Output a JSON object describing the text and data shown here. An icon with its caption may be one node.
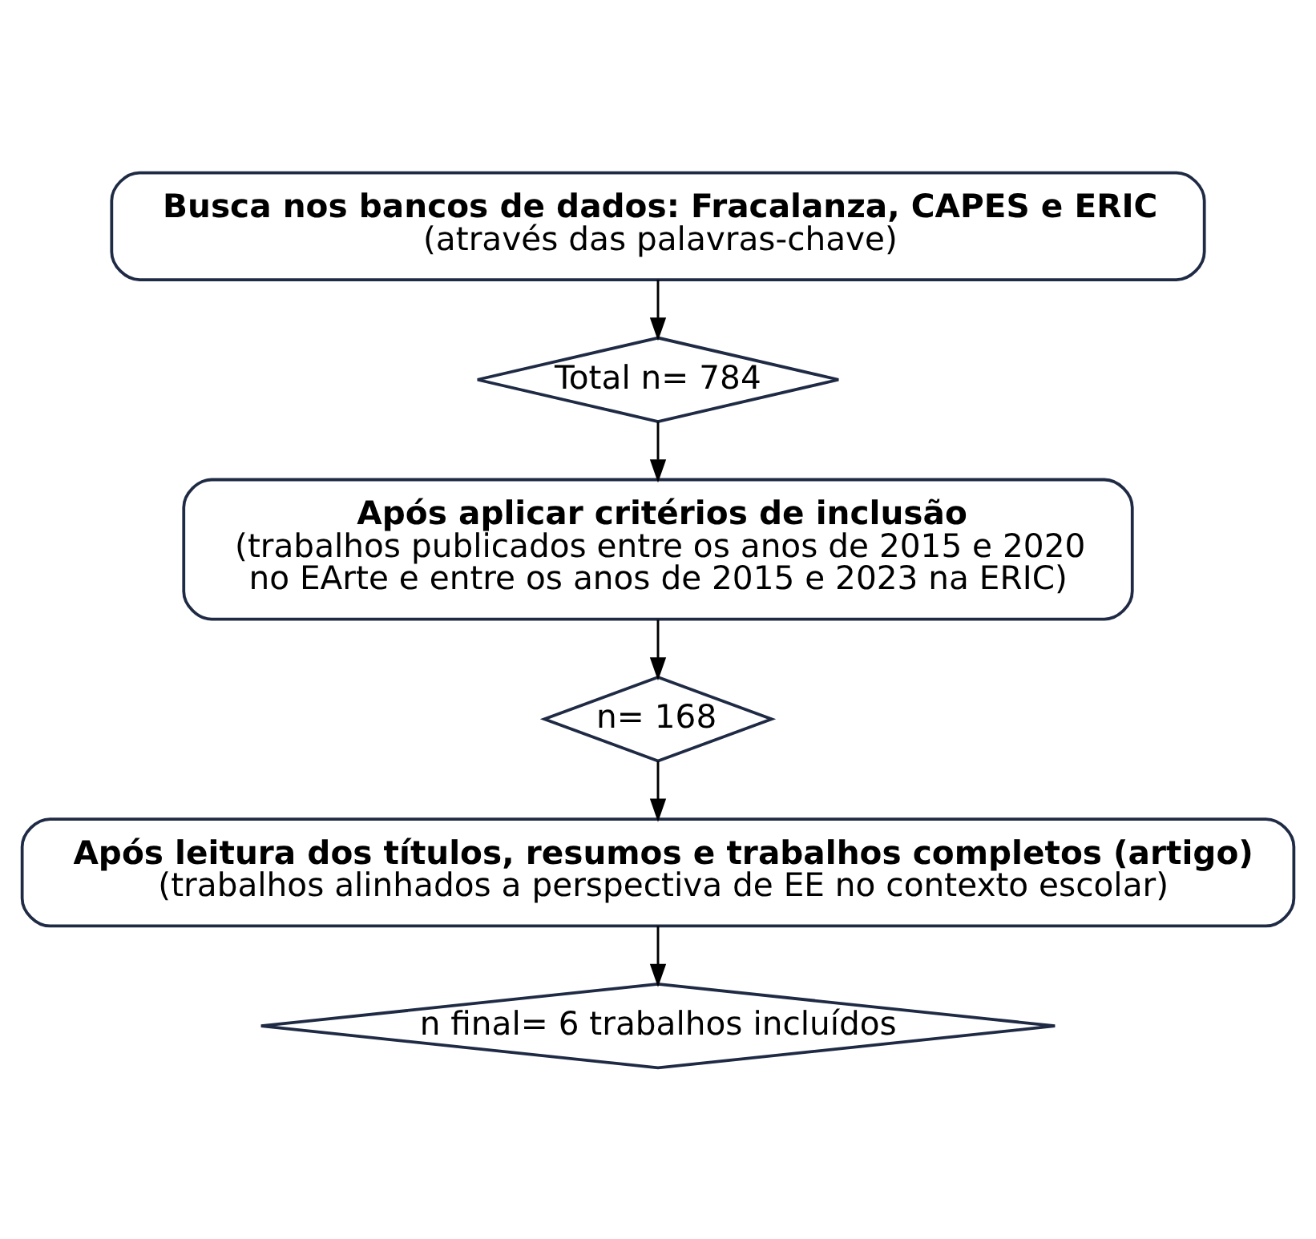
{
  "diagram": {
    "nodes": [
      {
        "text": [
          "Busca nos bancos de dados: Fracalanza, CAPES e ERIC",
          "(através das palavras-chave)"
        ]
      },
      {
        "text": [
          "Total n= 784"
        ]
      },
      {
        "text": [
          "Após aplicar critérios de inclusão",
          "(trabalhos publicados entre os anos de 2015 e 2020 no EArte e entre os anos de 2015 e 2023 na ERIC)"
        ]
      },
      {
        "text": [
          "n= 168"
        ]
      },
      {
        "text": [
          "Após leitura dos títulos, resumos e trabalhos completos (artigo)",
          "(trabalhos alinhados a perspectiva de EE no contexto escolar)"
        ]
      },
      {
        "text": [
          "n final= 6 trabalhos incluídos"
        ]
      }
    ],
    "edges": [
      {
        "from": 0,
        "to": 1,
        "arrow": "to"
      },
      {
        "from": 1,
        "to": 2,
        "arrow": "to"
      },
      {
        "from": 2,
        "to": 3,
        "arrow": "to"
      },
      {
        "from": 3,
        "to": 4,
        "arrow": "to"
      },
      {
        "from": 4,
        "to": 5,
        "arrow": "to"
      }
    ]
  }
}
